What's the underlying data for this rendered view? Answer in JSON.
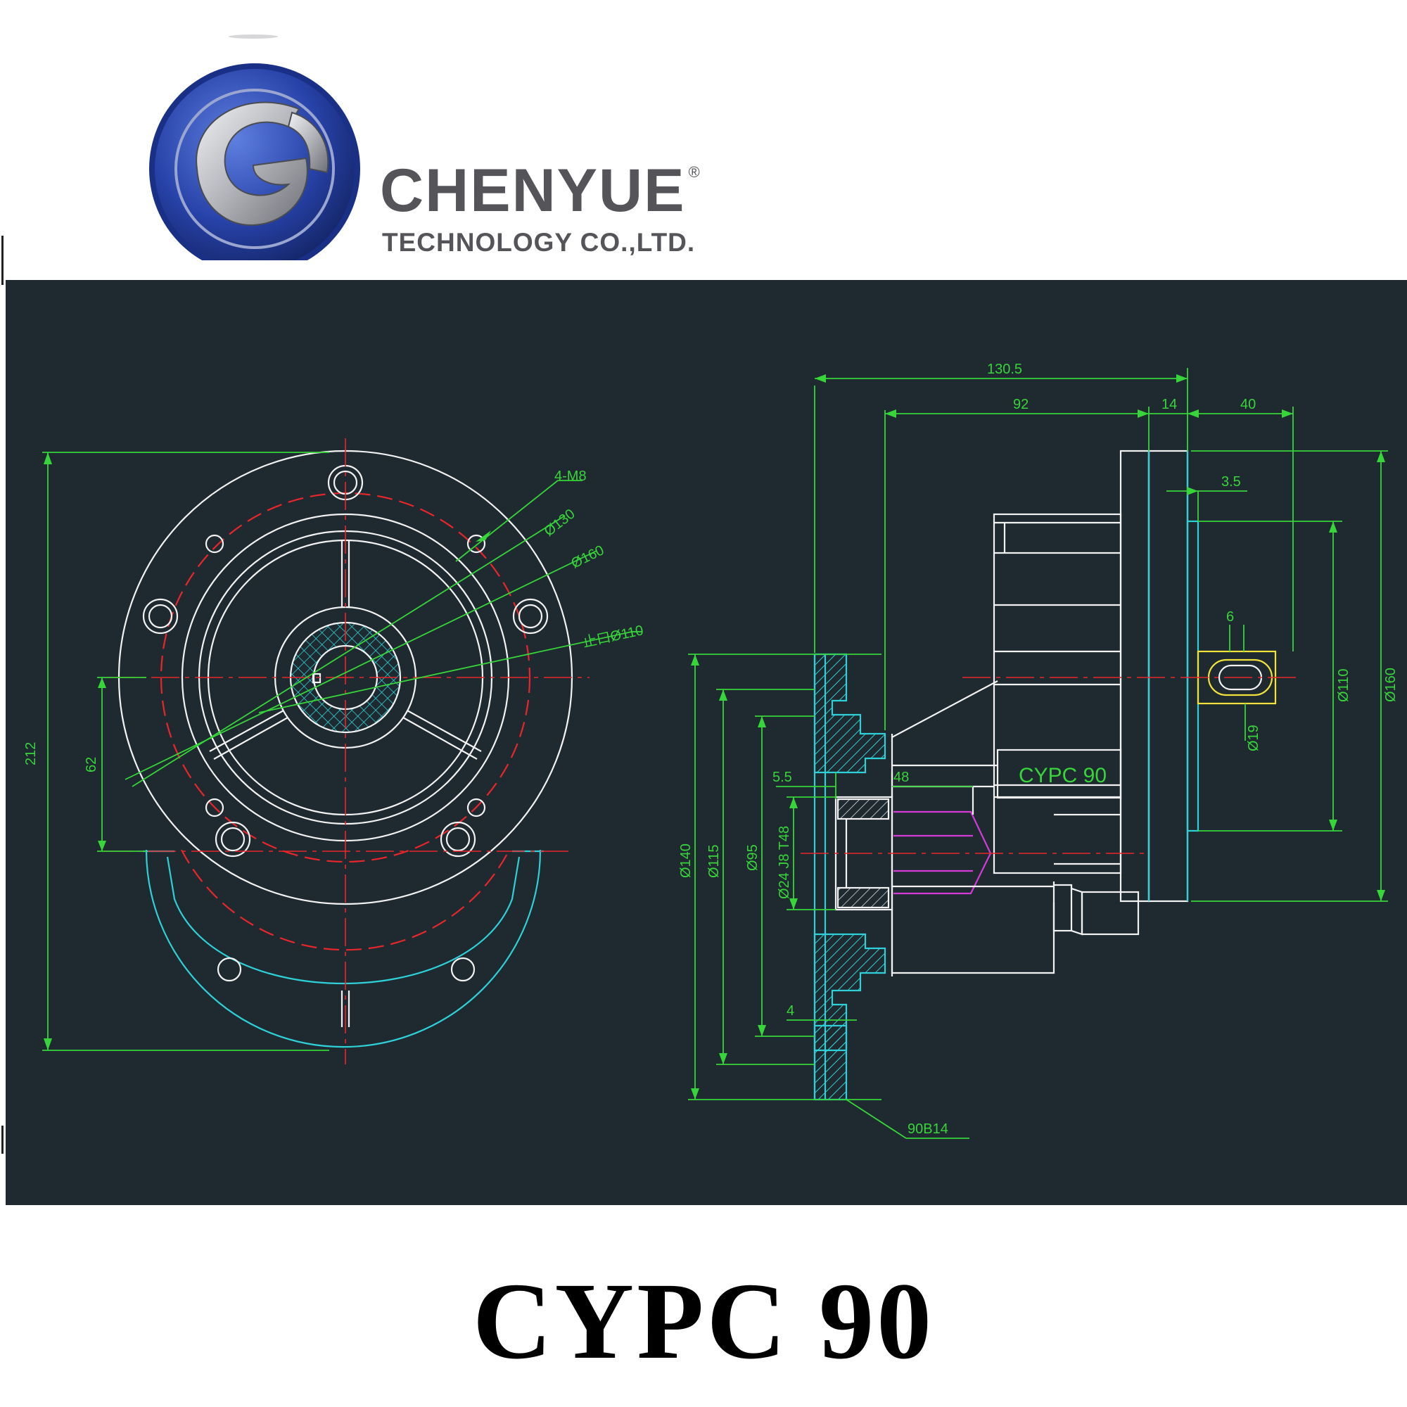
{
  "brand": {
    "name": "CHENYUE",
    "registered": "®",
    "subtitle": "TECHNOLOGY CO.,LTD."
  },
  "model_title": "CYPC 90",
  "drawing": {
    "plate_label": "CYPC 90",
    "front_view_labels": {
      "holes": "4-M8",
      "d130": "Ø130",
      "d160": "Ø160",
      "spigot": "止口Ø110",
      "height": "212",
      "offset": "62"
    },
    "side_view_labels": {
      "overall": "130.5",
      "body": "92",
      "flange_thk": "14",
      "shaft_len": "40",
      "step": "3.5",
      "key": "6",
      "d110": "Ø110",
      "d160": "Ø160",
      "shaft_d": "Ø19",
      "d140": "Ø140",
      "d115": "Ø115",
      "d95": "Ø95",
      "bore": "Ø24 J8 T48",
      "recess": "5.5",
      "depth": "48",
      "gap": "4",
      "flange_code": "90B14"
    }
  },
  "colors": {
    "panel": "#1f2a30",
    "line": "#f2f2f2",
    "center": "#e8262b",
    "dim": "#37d43a",
    "cyan": "#2fd0d8",
    "yellow": "#f1e33b",
    "magenta": "#d43ad6",
    "brand_text": "#555559",
    "logo_blue": "#2742a8"
  }
}
